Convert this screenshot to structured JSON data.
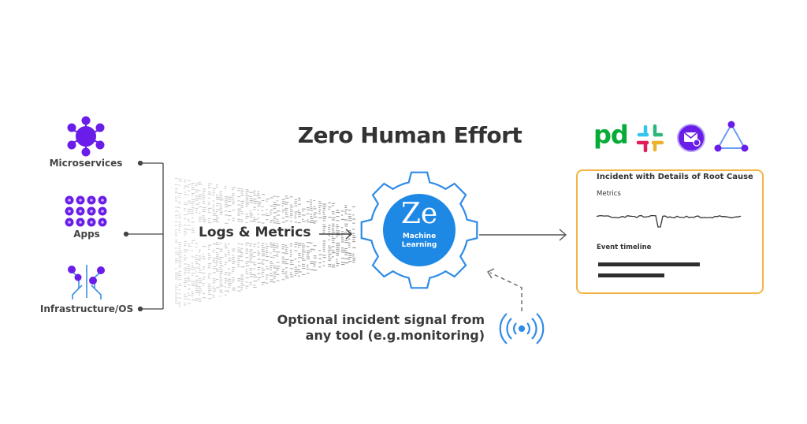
{
  "title": "Zero Human Effort",
  "sources": [
    {
      "label": "Microservices",
      "icon": "microservices-hub-icon"
    },
    {
      "label": "Apps",
      "icon": "apps-grid-icon"
    },
    {
      "label": "Infrastructure/OS",
      "icon": "circuit-tree-icon"
    }
  ],
  "flow_label": "Logs & Metrics",
  "engine": {
    "logo": "Ze",
    "line1": "Machine",
    "line2": "Learning"
  },
  "signal": {
    "line1": "Optional incident signal from",
    "line2": "any tool (e.g.monitoring)"
  },
  "integrations": [
    {
      "label": "pd",
      "icon": "pagerduty-icon"
    },
    {
      "icon": "slack-icon"
    },
    {
      "icon": "email-icon"
    },
    {
      "icon": "network-triangle-icon"
    }
  ],
  "card": {
    "title": "Incident with Details of Root Cause",
    "metrics_label": "Metrics",
    "timeline_label": "Event timeline",
    "timeline_bars": [
      0.55,
      0.36
    ]
  },
  "colors": {
    "purple": "#6a1de8",
    "blue": "#1e88e5",
    "orange": "#f2b544",
    "pd_green": "#06ac38"
  }
}
